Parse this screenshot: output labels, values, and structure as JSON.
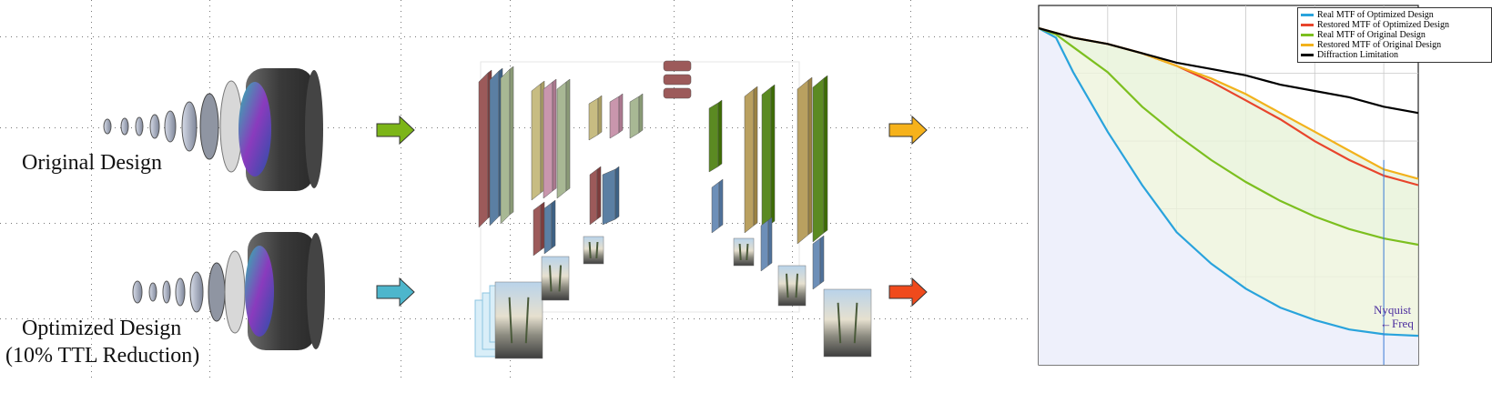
{
  "left_labels": {
    "original": "Original Design",
    "optimized_line1": "Optimized Design",
    "optimized_line2": "(10% TTL Reduction)"
  },
  "arrow_colors": {
    "original_in": "#7cb518",
    "optimized_in": "#4db6cc",
    "original_out": "#f6b21b",
    "optimized_out": "#f04a1c"
  },
  "network_colors": {
    "red": "#9c5a5a",
    "blue": "#5b7fa3",
    "sage": "#a8b894",
    "khaki": "#c7bc82",
    "pink": "#c996ad",
    "green": "#6f9a2a",
    "darkgreen": "#5b8a22",
    "tan": "#b9a060",
    "steel": "#6d8fb8"
  },
  "chart_data": {
    "type": "line",
    "title": "",
    "xlabel": "",
    "ylabel": "",
    "xlim": [
      0,
      1.1
    ],
    "ylim": [
      0,
      1
    ],
    "grid": true,
    "legend_position": "top-right",
    "annotation": {
      "text_line1": "Nyquist",
      "text_line2": "Freq",
      "x": 1.0
    },
    "series": [
      {
        "name": "Real MTF of Optimized Design",
        "color": "#29a3dc",
        "x": [
          0,
          0.05,
          0.1,
          0.2,
          0.3,
          0.4,
          0.5,
          0.6,
          0.7,
          0.8,
          0.9,
          1.0,
          1.1
        ],
        "y": [
          1.0,
          0.97,
          0.86,
          0.67,
          0.5,
          0.35,
          0.25,
          0.17,
          0.11,
          0.07,
          0.04,
          0.025,
          0.02
        ]
      },
      {
        "name": "Restored MTF of Optimized Design",
        "color": "#e8452c",
        "x": [
          0,
          0.1,
          0.2,
          0.3,
          0.4,
          0.5,
          0.6,
          0.7,
          0.8,
          0.9,
          1.0,
          1.1
        ],
        "y": [
          1.0,
          0.97,
          0.95,
          0.92,
          0.88,
          0.83,
          0.77,
          0.71,
          0.64,
          0.58,
          0.53,
          0.5
        ]
      },
      {
        "name": "Real MTF of Original Design",
        "color": "#7cbf1f",
        "x": [
          0,
          0.05,
          0.1,
          0.2,
          0.3,
          0.4,
          0.5,
          0.6,
          0.7,
          0.8,
          0.9,
          1.0,
          1.1
        ],
        "y": [
          1.0,
          0.98,
          0.94,
          0.86,
          0.75,
          0.66,
          0.58,
          0.51,
          0.45,
          0.4,
          0.36,
          0.33,
          0.31
        ]
      },
      {
        "name": "Restored MTF of Original Design",
        "color": "#f2b21c",
        "x": [
          0,
          0.1,
          0.2,
          0.3,
          0.4,
          0.5,
          0.6,
          0.7,
          0.8,
          0.9,
          1.0,
          1.1
        ],
        "y": [
          1.0,
          0.97,
          0.95,
          0.92,
          0.88,
          0.84,
          0.79,
          0.73,
          0.67,
          0.61,
          0.55,
          0.52
        ]
      },
      {
        "name": "Diffraction Limitation",
        "color": "#000000",
        "x": [
          0,
          0.1,
          0.2,
          0.3,
          0.4,
          0.5,
          0.6,
          0.7,
          0.8,
          0.9,
          1.0,
          1.1
        ],
        "y": [
          1.0,
          0.97,
          0.95,
          0.92,
          0.89,
          0.87,
          0.85,
          0.82,
          0.8,
          0.78,
          0.75,
          0.73
        ]
      }
    ]
  }
}
